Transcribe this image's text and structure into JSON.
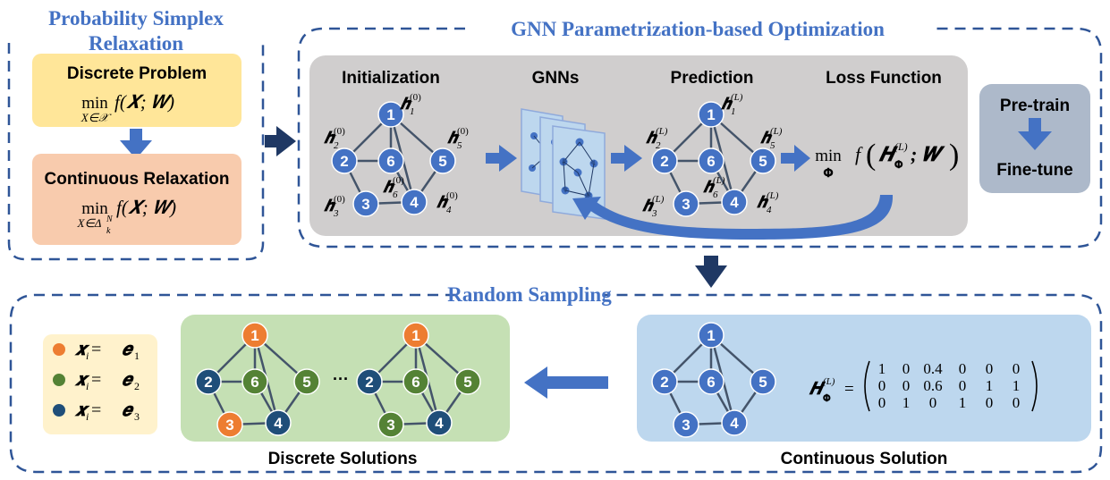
{
  "colors": {
    "accent": "#4472c4",
    "node_blue": "#4472c4",
    "node_navy": "#1f4e79",
    "node_orange": "#ed7d31",
    "node_green": "#548235",
    "panel_gray": "#d0cece",
    "pretrain_panel": "#adb9ca",
    "discrete_box": "#ffe699",
    "relax_box": "#f8cbad",
    "discrete_panel": "#c5e0b4",
    "continuous_panel": "#bdd7ee",
    "legend_box": "#fff2cc",
    "dash": "#2f5597",
    "arrow": "#4472c4",
    "arrow_dark": "#1f3864"
  },
  "relaxation": {
    "title_line1": "Probability Simplex",
    "title_line2": "Relaxation",
    "discrete": {
      "title": "Discrete Problem",
      "min": "min",
      "sub": "X∈𝒳",
      "expr": "f(𝑿; 𝑾)"
    },
    "continuous": {
      "title": "Continuous Relaxation",
      "min": "min",
      "sub": "X∈Δ",
      "sub_sup": "N",
      "sub_sub": "k",
      "expr": "f(𝑿; 𝑾)"
    }
  },
  "gnn_opt": {
    "title": "GNN Parametrization-based Optimization",
    "initialization": {
      "label": "Initialization",
      "h1": "𝒉",
      "h1_sub": "1",
      "h1_sup": "(0)",
      "h2": "𝒉",
      "h2_sub": "2",
      "h2_sup": "(0)",
      "h3": "𝒉",
      "h3_sub": "3",
      "h3_sup": "(0)",
      "h4": "𝒉",
      "h4_sub": "4",
      "h4_sup": "(0)",
      "h5": "𝒉",
      "h5_sub": "5",
      "h5_sup": "(0)",
      "h6": "𝒉",
      "h6_sub": "6",
      "h6_sup": "(0)"
    },
    "gnns_label": "GNNs",
    "prediction": {
      "label": "Prediction",
      "h1": "𝒉",
      "h1_sub": "1",
      "h1_sup": "(L)",
      "h2": "𝒉",
      "h2_sub": "2",
      "h2_sup": "(L)",
      "h3": "𝒉",
      "h3_sub": "3",
      "h3_sup": "(L)",
      "h4": "𝒉",
      "h4_sub": "4",
      "h4_sup": "(L)",
      "h5": "𝒉",
      "h5_sub": "5",
      "h5_sup": "(L)",
      "h6": "𝒉",
      "h6_sub": "6",
      "h6_sup": "(L)"
    },
    "loss": {
      "label": "Loss Function",
      "min": "min",
      "sub": "𝚽",
      "f": "f",
      "H": "𝑯",
      "H_sub": "𝚽",
      "H_sup": "(L)",
      "W": "; 𝑾"
    },
    "pretrain": {
      "pre": "Pre-train",
      "fine": "Fine-tune"
    }
  },
  "sampling": {
    "title": "Random Sampling",
    "legend": [
      {
        "x": "𝒙",
        "i": "i",
        "eq": " = ",
        "e": "𝒆",
        "n": "1",
        "color": "#ed7d31"
      },
      {
        "x": "𝒙",
        "i": "i",
        "eq": " = ",
        "e": "𝒆",
        "n": "2",
        "color": "#548235"
      },
      {
        "x": "𝒙",
        "i": "i",
        "eq": " = ",
        "e": "𝒆",
        "n": "3",
        "color": "#1f4e79"
      }
    ],
    "ellipsis": "···",
    "discrete_label": "Discrete Solutions",
    "continuous_label": "Continuous Solution",
    "matrix": {
      "H": "𝑯",
      "H_sub": "𝚽",
      "H_sup": "(L)",
      "eq": "=",
      "rows": [
        [
          "1",
          "0",
          "0.4",
          "0",
          "0",
          "0"
        ],
        [
          "0",
          "0",
          "0.6",
          "0",
          "1",
          "1"
        ],
        [
          "0",
          "1",
          "0",
          "1",
          "0",
          "0"
        ]
      ]
    }
  },
  "graph": {
    "nodes": [
      "1",
      "2",
      "3",
      "4",
      "5",
      "6"
    ],
    "edges": [
      [
        "1",
        "2"
      ],
      [
        "1",
        "6"
      ],
      [
        "1",
        "5"
      ],
      [
        "1",
        "4"
      ],
      [
        "2",
        "6"
      ],
      [
        "2",
        "3"
      ],
      [
        "3",
        "4"
      ],
      [
        "4",
        "6"
      ],
      [
        "4",
        "5"
      ]
    ],
    "discrete_a_colors": [
      "#ed7d31",
      "#1f4e79",
      "#ed7d31",
      "#1f4e79",
      "#548235",
      "#548235"
    ],
    "discrete_b_colors": [
      "#ed7d31",
      "#1f4e79",
      "#548235",
      "#1f4e79",
      "#548235",
      "#548235"
    ]
  }
}
